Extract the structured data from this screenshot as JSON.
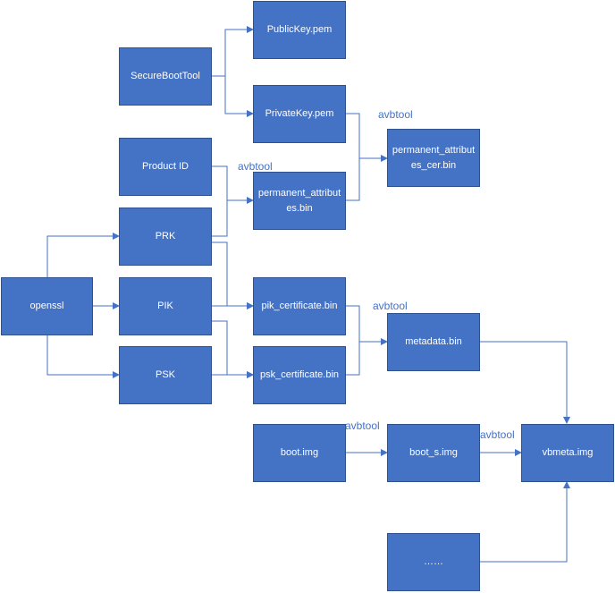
{
  "colors": {
    "box_fill": "#4472c4",
    "box_border": "#2f528f",
    "line": "#4472c4",
    "label": "#4472c4"
  },
  "nodes": {
    "secureboottool": "SecureBootTool",
    "publickey": "PublicKey.pem",
    "privatekey": "PrivateKey.pem",
    "product_id": "Product ID",
    "permanent_attributes": "permanent_attributes.bin",
    "permanent_attributes_cer": "permanent_attributes_cer.bin",
    "prk": "PRK",
    "openssl": "openssl",
    "pik": "PIK",
    "psk": "PSK",
    "pik_certificate": "pik_certificate.bin",
    "psk_certificate": "psk_certificate.bin",
    "metadata": "metadata.bin",
    "boot": "boot.img",
    "boot_s": "boot_s.img",
    "vbmeta": "vbmeta.img",
    "more": "……"
  },
  "tools": {
    "avbtool_attributes": "avbtool",
    "avbtool_cer": "avbtool",
    "avbtool_metadata": "avbtool",
    "avbtool_boot": "avbtool",
    "avbtool_vbmeta": "avbtool"
  }
}
